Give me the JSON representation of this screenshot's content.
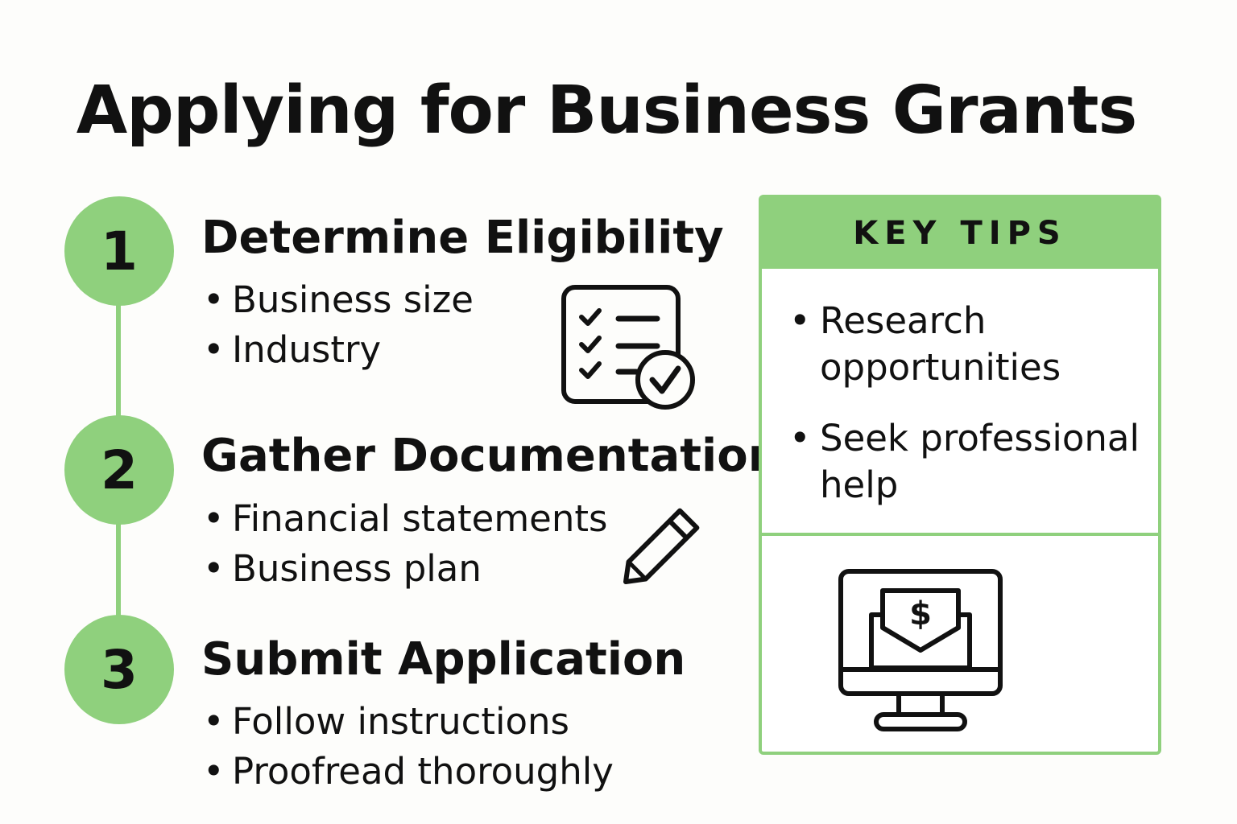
{
  "title": "Applying for Business Grants",
  "accent_color": "#8fd07d",
  "steps": [
    {
      "number": "1",
      "title": "Determine Eligibility",
      "bullets": [
        "Business size",
        "Industry"
      ],
      "icon": "checklist-icon"
    },
    {
      "number": "2",
      "title": "Gather Documentation",
      "bullets": [
        "Financial statements",
        "Business plan"
      ],
      "icon": "pencil-icon"
    },
    {
      "number": "3",
      "title": "Submit Application",
      "bullets": [
        "Follow instructions",
        "Proofread thoroughly"
      ]
    }
  ],
  "tips": {
    "header": "KEY TIPS",
    "items": [
      "Research opportunities",
      "Seek professional help"
    ],
    "icon": "computer-envelope-dollar-icon"
  }
}
